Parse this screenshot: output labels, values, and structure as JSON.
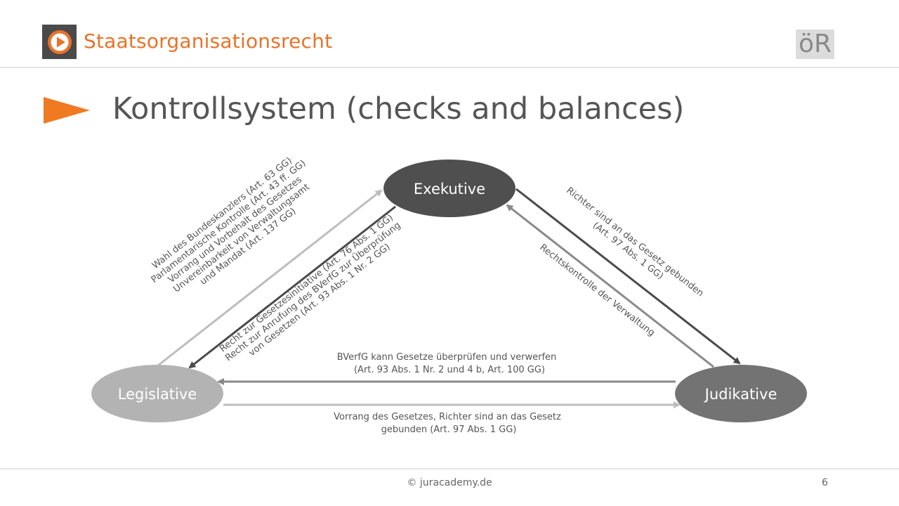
{
  "header": {
    "title": "Staatsorganisationsrecht",
    "badge": "öR",
    "logo_icon": "play-icon"
  },
  "slide": {
    "title": "Kontrollsystem (checks and balances)"
  },
  "nodes": {
    "exekutive": "Exekutive",
    "legislative": "Legislative",
    "judikative": "Judikative"
  },
  "edges": {
    "legislative_to_exekutive": [
      "Wahl des Bundeskanzlers (Art. 63 GG)",
      "Parlamentarische Kontrolle (Art. 43 ff. GG)",
      "Vorrang und Vorbehalt des Gesetzes",
      "Unvereinbarkeit von Verwaltungsamt",
      "und Mandat (Art. 137 GG)"
    ],
    "exekutive_to_legislative": [
      "Recht zur Gesetzesinitiative (Art. 76 Abs. 1 GG)",
      "Recht zur Anrufung des BVerfG zur Überprüfung",
      "von Gesetzen (Art. 93 Abs. 1 Nr. 2 GG)"
    ],
    "exekutive_to_judikative": [
      "Richter sind an das Gesetz gebunden",
      "(Art. 97 Abs. 1 GG)"
    ],
    "judikative_to_exekutive": [
      "Rechtskontrolle der Verwaltung"
    ],
    "judikative_to_legislative": [
      "BVerfG kann Gesetze überprüfen und verwerfen",
      "(Art. 93 Abs. 1 Nr. 2 und 4 b, Art. 100 GG)"
    ],
    "legislative_to_judikative": [
      "Vorrang des Gesetzes, Richter sind an das Gesetz",
      "gebunden (Art. 97 Abs. 1 GG)"
    ]
  },
  "footer": {
    "copyright": "© juracademy.de",
    "page_number": "6"
  },
  "colors": {
    "accent": "#e8732a",
    "exekutive": "#4f4f4f",
    "legislative": "#b3b3b3",
    "judikative": "#737373"
  }
}
